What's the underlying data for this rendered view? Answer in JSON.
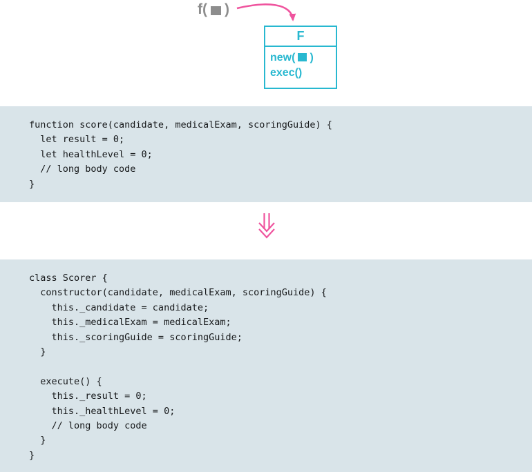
{
  "colors": {
    "teal": "#28b8d0",
    "pink": "#ef549e",
    "gray": "#8d8d8d",
    "code_background": "#d9e4e9",
    "code_text": "#16181a"
  },
  "diagram": {
    "function_label": {
      "prefix": "f(",
      "suffix": ")"
    },
    "command_box": {
      "title": "F",
      "constructor_prefix": "new(",
      "constructor_suffix": ")",
      "method": "exec()"
    }
  },
  "before_code": {
    "lines": [
      "function score(candidate, medicalExam, scoringGuide) {",
      "  let result = 0;",
      "  let healthLevel = 0;",
      "  // long body code",
      "}"
    ]
  },
  "after_code": {
    "lines": [
      "class Scorer {",
      "  constructor(candidate, medicalExam, scoringGuide) {",
      "    this._candidate = candidate;",
      "    this._medicalExam = medicalExam;",
      "    this._scoringGuide = scoringGuide;",
      "  }",
      "",
      "  execute() {",
      "    this._result = 0;",
      "    this._healthLevel = 0;",
      "    // long body code",
      "  }",
      "}"
    ]
  }
}
